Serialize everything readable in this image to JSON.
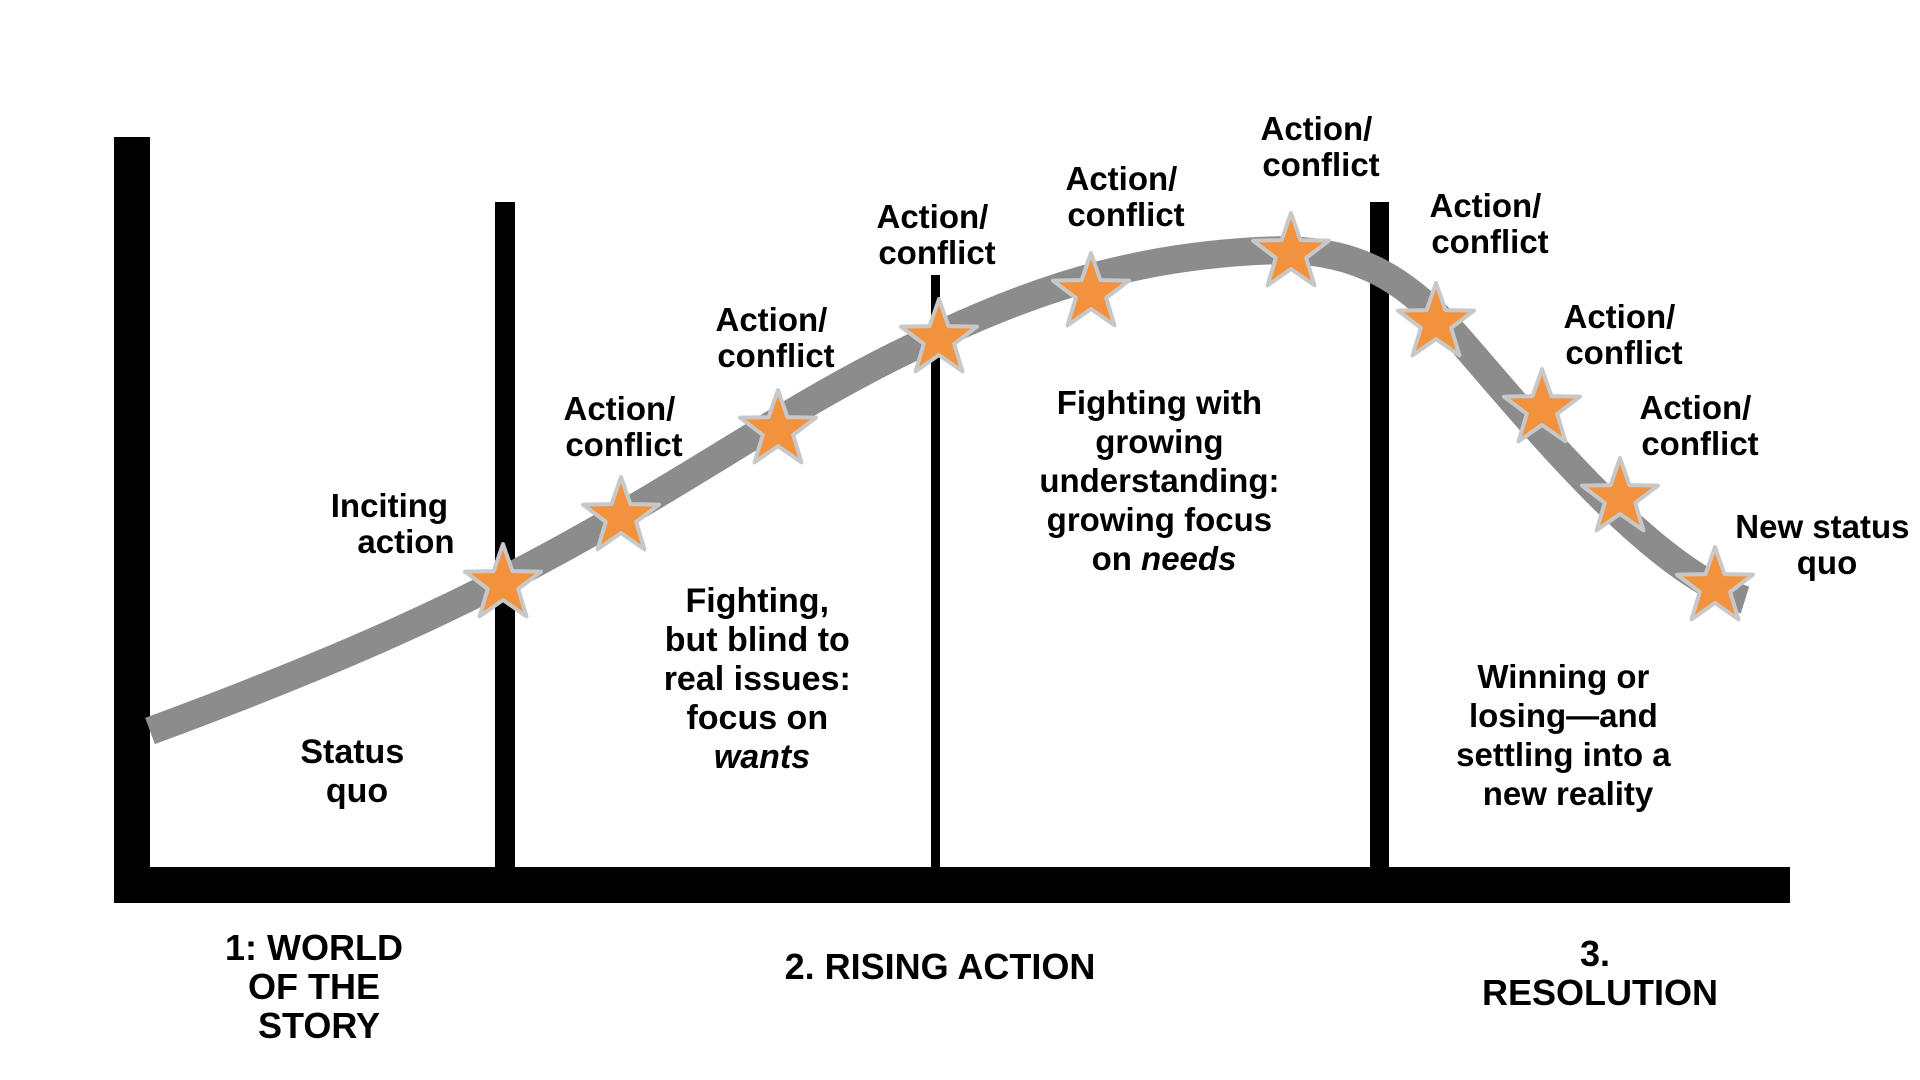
{
  "colors": {
    "curve": "#8c8c8c",
    "star_fill": "#f2923d",
    "star_outline": "#c8c8c8",
    "frame": "#000000",
    "text": "#000000"
  },
  "icon": "star-icon",
  "events": {
    "inciting": [
      "Inciting",
      "action"
    ],
    "new_status": [
      "New status",
      "quo"
    ],
    "action_conflict": [
      "Action/",
      "conflict"
    ]
  },
  "phases": {
    "status_quo": [
      "Status",
      "quo"
    ],
    "fighting_blind": [
      "Fighting,",
      "but blind to",
      "real issues:",
      "focus on"
    ],
    "fighting_blind_emphasis": "wants",
    "fighting_growing": [
      "Fighting with",
      "growing",
      "understanding:",
      "growing focus"
    ],
    "fighting_growing_prefix": "on ",
    "fighting_growing_emphasis": "needs",
    "resolution": [
      "Winning or",
      "losing—and",
      "settling into a",
      "new reality"
    ]
  },
  "sections": {
    "world": [
      "1: WORLD",
      "OF THE",
      "STORY"
    ],
    "rising": "2. RISING ACTION",
    "resolution": [
      "3.",
      "RESOLUTION"
    ]
  }
}
